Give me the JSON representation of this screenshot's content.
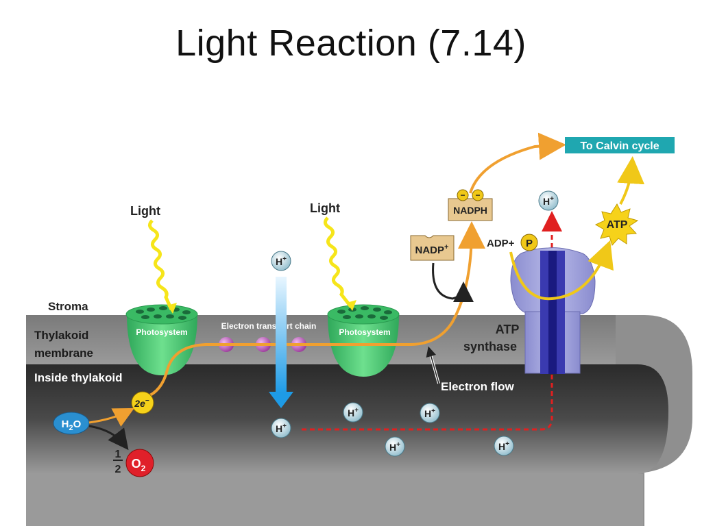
{
  "title": "Light Reaction (7.14)",
  "labels": {
    "stroma": "Stroma",
    "thylakoid_membrane_1": "Thylakoid",
    "thylakoid_membrane_2": "membrane",
    "inside_thylakoid": "Inside thylakoid",
    "light_1": "Light",
    "light_2": "Light",
    "photosystem_1": "Photosystem",
    "photosystem_2": "Photosystem",
    "electron_transport_chain": "Electron transport chain",
    "atp_synthase_1": "ATP",
    "atp_synthase_2": "synthase",
    "electron_flow": "Electron flow",
    "to_calvin_cycle": "To Calvin cycle",
    "nadp_plus": "NADP",
    "nadph": "NADPH",
    "adp_plus": "ADP+",
    "phosphate": "P",
    "atp": "ATP",
    "two_e": "2e",
    "h2o": "H",
    "o2": "O",
    "half_num": "1",
    "half_den": "2",
    "h_plus": "H"
  },
  "colors": {
    "membrane": "#8a8a8a",
    "lumen_dark": "#3a3a3a",
    "photosystem": "#3fbf6a",
    "electron_path": "#f0a030",
    "light_wave": "#f6e51a",
    "calvin_box": "#1fa7b0",
    "o2_red": "#e0202a",
    "h2o_blue": "#2a8fd0",
    "proton_path": "#e02020"
  }
}
